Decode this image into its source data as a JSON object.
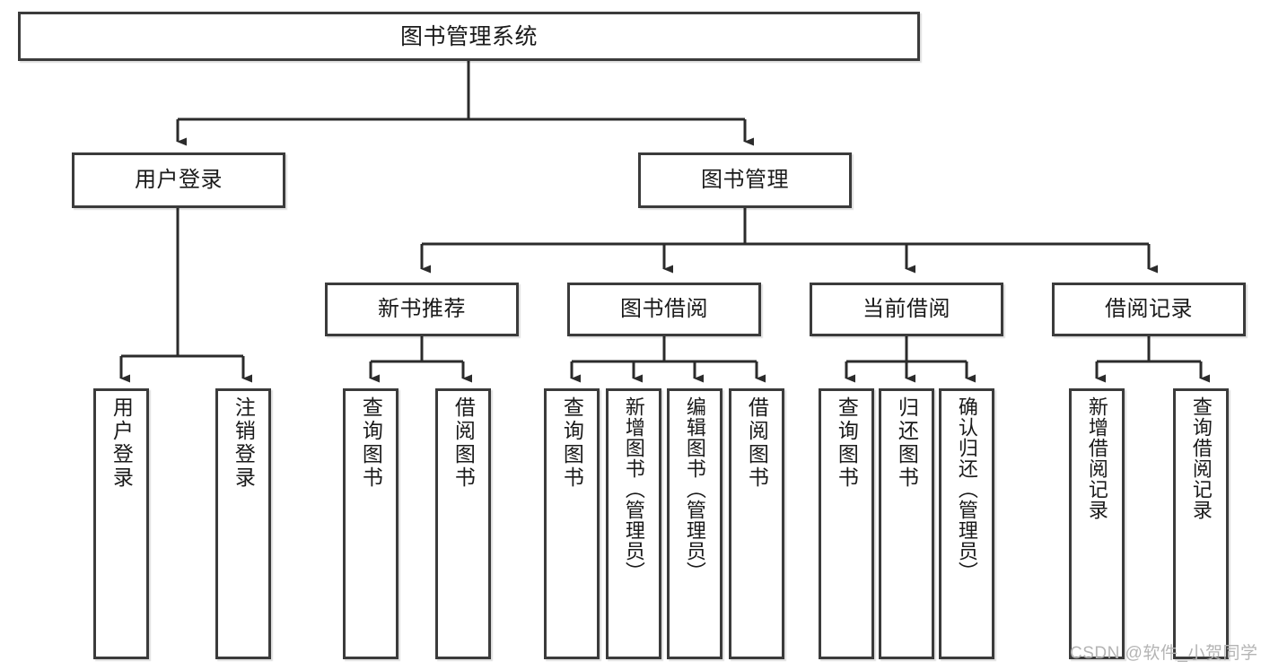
{
  "diagram": {
    "type": "tree",
    "title": "图书管理系统",
    "orientation": "top-down",
    "colors": {
      "box_border": "#3b3b3b",
      "box_fill": "#ffffff",
      "edge": "#2b2b2b",
      "text": "#1a1a1a",
      "watermark": "#b4b4b4",
      "background": "#ffffff"
    },
    "root": {
      "id": "root",
      "label": "图书管理系统"
    },
    "level1": [
      {
        "id": "l1-0",
        "label": "用户登录"
      },
      {
        "id": "l1-1",
        "label": "图书管理"
      }
    ],
    "level2": [
      {
        "id": "l2-0",
        "label": "新书推荐",
        "parent": "l1-1"
      },
      {
        "id": "l2-1",
        "label": "图书借阅",
        "parent": "l1-1"
      },
      {
        "id": "l2-2",
        "label": "当前借阅",
        "parent": "l1-1"
      },
      {
        "id": "l2-3",
        "label": "借阅记录",
        "parent": "l1-1"
      }
    ],
    "leaves": [
      {
        "id": "leaf-0",
        "label": "用户登录",
        "parent": "l1-0"
      },
      {
        "id": "leaf-1",
        "label": "注销登录",
        "parent": "l1-0"
      },
      {
        "id": "leaf-2",
        "label": "查询图书",
        "parent": "l2-0"
      },
      {
        "id": "leaf-3",
        "label": "借阅图书",
        "parent": "l2-0"
      },
      {
        "id": "leaf-4",
        "label": "查询图书",
        "parent": "l2-1"
      },
      {
        "id": "leaf-5",
        "label": "新增图书（管理员）",
        "parent": "l2-1"
      },
      {
        "id": "leaf-6",
        "label": "编辑图书（管理员）",
        "parent": "l2-1"
      },
      {
        "id": "leaf-7",
        "label": "借阅图书",
        "parent": "l2-1"
      },
      {
        "id": "leaf-8",
        "label": "查询图书",
        "parent": "l2-2"
      },
      {
        "id": "leaf-9",
        "label": "归还图书",
        "parent": "l2-2"
      },
      {
        "id": "leaf-10",
        "label": "确认归还（管理员）",
        "parent": "l2-2"
      },
      {
        "id": "leaf-11",
        "label": "新增借阅记录",
        "parent": "l2-3"
      },
      {
        "id": "leaf-12",
        "label": "查询借阅记录",
        "parent": "l2-3"
      }
    ]
  },
  "watermark": {
    "text": "CSDN @软件_小贺同学"
  }
}
